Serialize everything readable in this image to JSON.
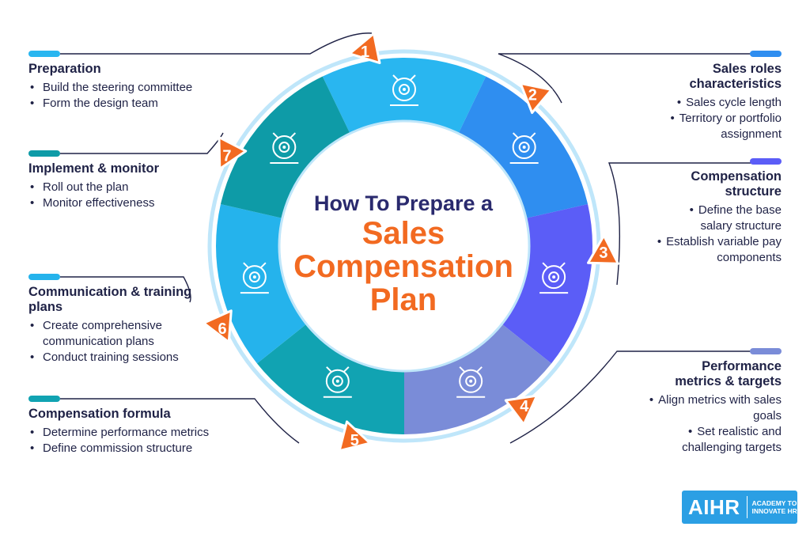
{
  "title": {
    "line1": "How To Prepare a",
    "line2": "Sales",
    "line3": "Compensation",
    "line4": "Plan"
  },
  "steps": [
    {
      "number": "1",
      "title": "Preparation",
      "items": [
        "Build the steering committee",
        "Form the design team"
      ],
      "color": "#29b6f0",
      "icon": "teamwork-gears-icon"
    },
    {
      "number": "2",
      "title": "Sales roles characteristics",
      "items": [
        "Sales cycle length",
        "Territory or portfolio assignment"
      ],
      "color": "#2f8ef0",
      "icon": "network-person-icon"
    },
    {
      "number": "3",
      "title": "Compensation structure",
      "items": [
        "Define the base salary structure",
        "Establish variable pay components"
      ],
      "color": "#5b5df7",
      "icon": "hand-dollar-network-icon"
    },
    {
      "number": "4",
      "title": "Performance metrics & targets",
      "items": [
        "Align metrics with sales goals",
        "Set realistic and challenging targets"
      ],
      "color": "#7a8cd8",
      "icon": "target-gear-chart-icon"
    },
    {
      "number": "5",
      "title": "Compensation formula",
      "items": [
        "Determine performance metrics",
        "Define commission structure"
      ],
      "color": "#11a3b2",
      "icon": "calculator-ruler-icon"
    },
    {
      "number": "6",
      "title": "Communication & training plans",
      "items": [
        "Create comprehensive communication plans",
        "Conduct training sessions"
      ],
      "color": "#25b3ec",
      "icon": "presentation-trainer-icon"
    },
    {
      "number": "7",
      "title": "Implement & monitor",
      "items": [
        "Roll out the plan",
        "Monitor effectiveness"
      ],
      "color": "#0e9ba7",
      "icon": "eye-gear-chart-icon"
    }
  ],
  "colors": {
    "accent": "#f26a21",
    "navy": "#1f2246",
    "ring": "#bfe6fa",
    "badge": "#f26a21"
  },
  "logo": {
    "name": "AIHR",
    "tagline": "ACADEMY TO INNOVATE HR",
    "color": "#2b9fe4"
  }
}
